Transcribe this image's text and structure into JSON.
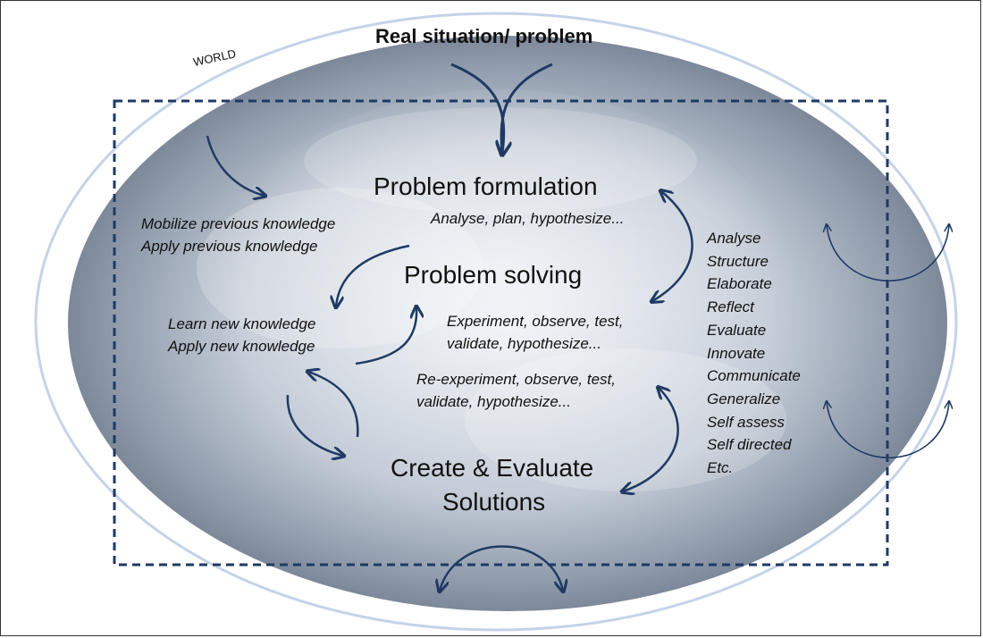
{
  "top_label": "Real situation/ problem",
  "world_label": "WORLD",
  "stages": {
    "formulation": "Problem formulation",
    "solving": "Problem solving",
    "create_line1": "Create & Evaluate",
    "create_line2": "Solutions"
  },
  "notes": {
    "formulation_sub": "Analyse, plan, hypothesize...",
    "mobilize": "Mobilize previous knowledge",
    "apply_prev": "Apply previous knowledge",
    "learn_new": "Learn new knowledge",
    "apply_new": "Apply new knowledge",
    "experiment_1": "Experiment, observe, test,",
    "experiment_2": "validate, hypothesize...",
    "reexperiment_1": "Re-experiment, observe, test,",
    "reexperiment_2": "validate, hypothesize..."
  },
  "skills": [
    "Analyse",
    "Structure",
    "Elaborate",
    "Reflect",
    "Evaluate",
    "Innovate",
    "Communicate",
    "Generalize",
    "Self assess",
    "Self directed",
    "Etc."
  ],
  "colors": {
    "arrow": "#1f3a63",
    "ring": "#c5d3e8",
    "box": "#1f3a63"
  }
}
